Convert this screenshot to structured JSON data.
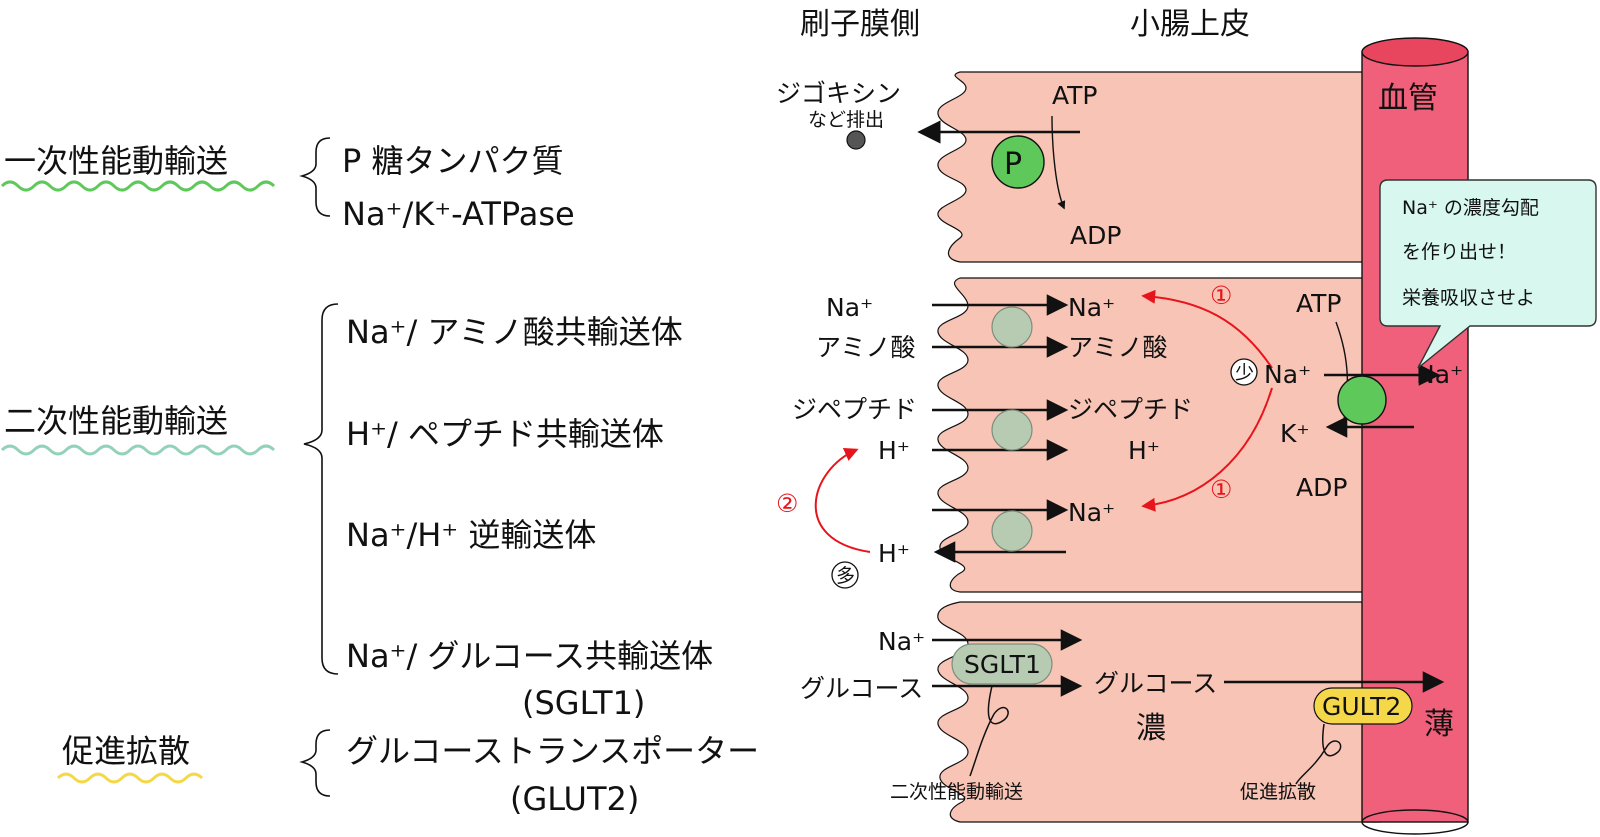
{
  "header": {
    "brush_border": "刷子膜側",
    "epithelium": "小腸上皮",
    "blood_vessel": "血管"
  },
  "categories": {
    "primary": {
      "title": "一次性能動輸送",
      "items": [
        "P 糖タンパク質",
        "Na⁺/K⁺-ATPase"
      ],
      "color": "#5ec85a"
    },
    "secondary": {
      "title": "二次性能動輸送",
      "items": [
        "Na⁺/ アミノ酸共輸送体",
        "H⁺/ ペプチド共輸送体",
        "Na⁺/H⁺ 逆輸送体",
        "Na⁺/ グルコース共輸送体",
        "(SGLT1)"
      ],
      "color": "#92d2b8"
    },
    "facilitated": {
      "title": "促進拡散",
      "items": [
        "グルコーストランスポーター",
        "(GLUT2)"
      ],
      "color": "#f5d84a"
    }
  },
  "pgp": {
    "excretion": "ジゴキシン",
    "excretion_sub": "など排出",
    "atp": "ATP",
    "adp": "ADP",
    "symbol": "P"
  },
  "cotransport": {
    "na_left": "Na⁺",
    "na_right": "Na⁺",
    "aa_left": "アミノ酸",
    "aa_right": "アミノ酸",
    "pep_left": "ジペプチド",
    "pep_right": "ジペプチド",
    "h_left": "H⁺",
    "h_right": "H⁺",
    "na_anti": "Na⁺",
    "h_out": "H⁺"
  },
  "pump": {
    "few": "少",
    "many": "多",
    "na_in": "Na⁺",
    "na_out": "Na⁺",
    "k": "K⁺",
    "atp": "ATP",
    "adp": "ADP",
    "step1": "①",
    "step2": "②"
  },
  "glucose": {
    "na": "Na⁺",
    "glucose_left": "グルコース",
    "glucose_mid": "グルコース",
    "sglt1": "SGLT1",
    "glut2": "GULT2",
    "conc_high": "濃",
    "conc_low": "薄",
    "sglt1_note": "二次性能動輸送",
    "glut2_note": "促進拡散"
  },
  "callout": {
    "lines": [
      "Na⁺ の濃度勾配",
      "を作り出せ！",
      "栄養吸収させよ"
    ]
  },
  "colors": {
    "cell": "#f7c4b5",
    "vessel": "#f0607a",
    "vessel_top": "#e8465f",
    "transporter": "#b7cbb3",
    "pump": "#5ec85a",
    "glut2": "#f5d84a",
    "callout": "#d8f7ee",
    "red_arrow": "#e8141b"
  }
}
